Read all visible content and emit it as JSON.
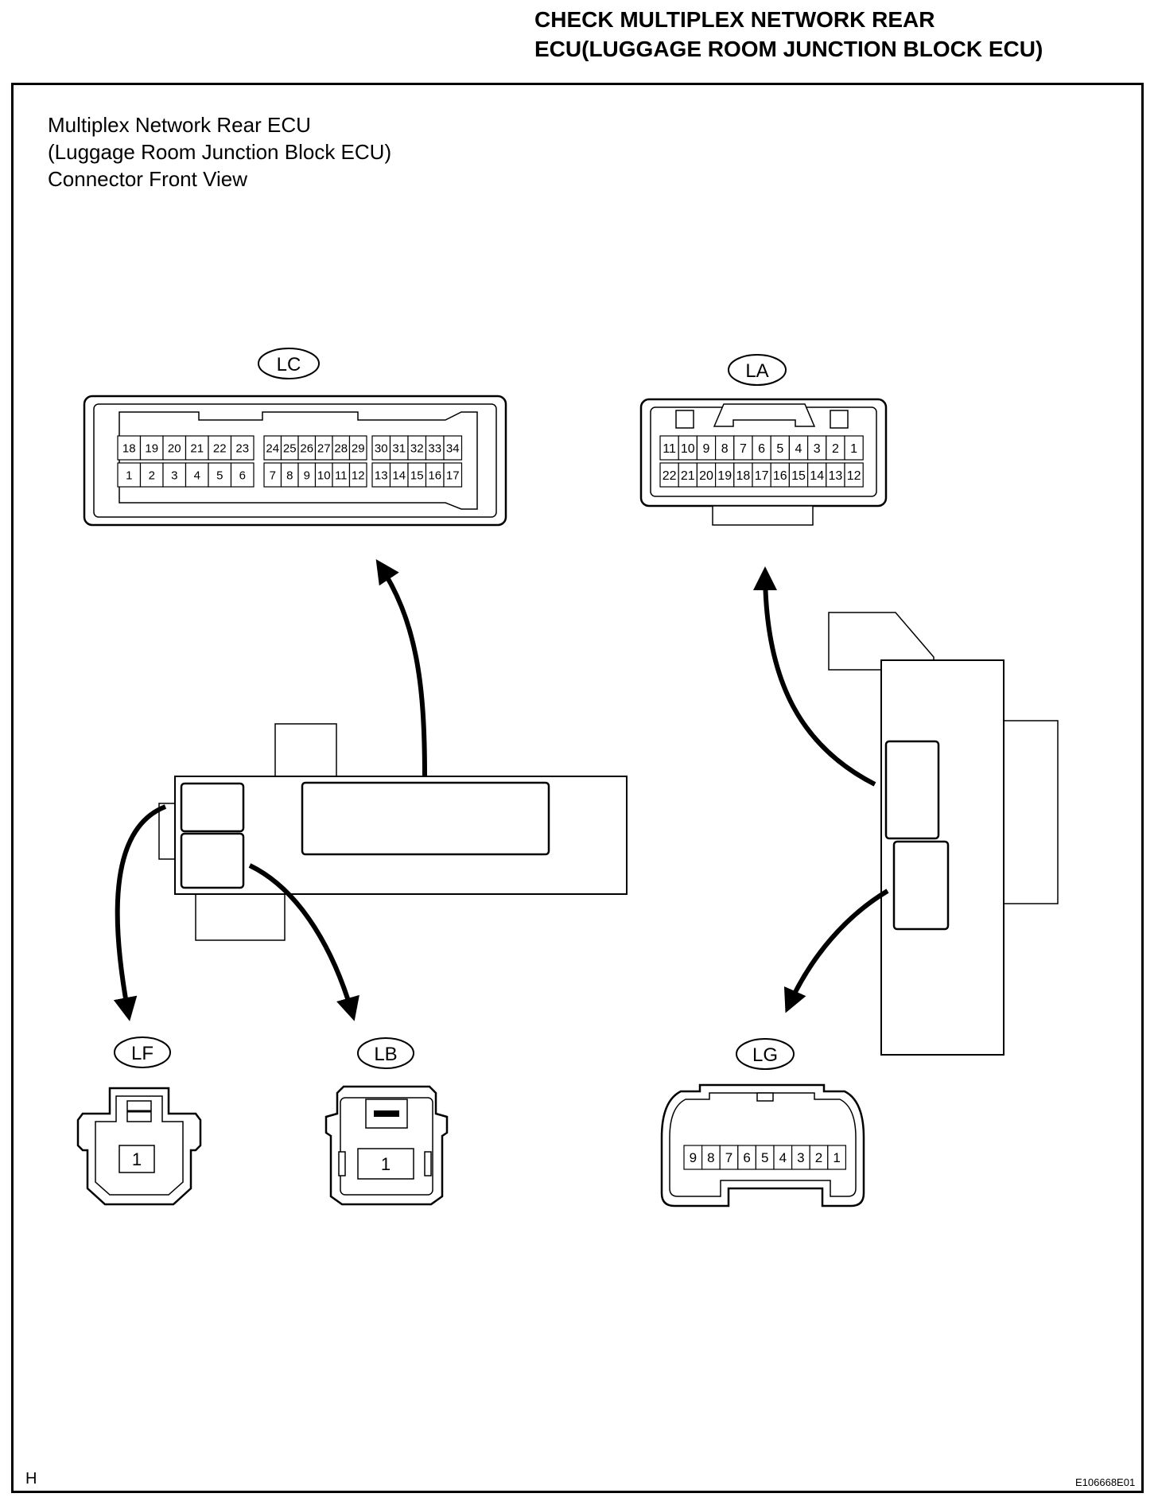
{
  "title": {
    "line1": "CHECK MULTIPLEX NETWORK REAR",
    "line2": "ECU(LUGGAGE ROOM JUNCTION BLOCK ECU)"
  },
  "caption": {
    "line1": "Multiplex Network Rear ECU",
    "line2": "(Luggage Room Junction Block ECU)",
    "line3": "Connector Front View"
  },
  "connectors": {
    "LC": {
      "label": "LC",
      "top_row": [
        "18",
        "19",
        "20",
        "21",
        "22",
        "23",
        "24",
        "25",
        "26",
        "27",
        "28",
        "29",
        "30",
        "31",
        "32",
        "33",
        "34"
      ],
      "bottom_row": [
        "1",
        "2",
        "3",
        "4",
        "5",
        "6",
        "7",
        "8",
        "9",
        "10",
        "11",
        "12",
        "13",
        "14",
        "15",
        "16",
        "17"
      ]
    },
    "LA": {
      "label": "LA",
      "top_row": [
        "11",
        "10",
        "9",
        "8",
        "7",
        "6",
        "5",
        "4",
        "3",
        "2",
        "1"
      ],
      "bottom_row": [
        "22",
        "21",
        "20",
        "19",
        "18",
        "17",
        "16",
        "15",
        "14",
        "13",
        "12"
      ]
    },
    "LF": {
      "label": "LF",
      "pin": "1"
    },
    "LB": {
      "label": "LB",
      "pin": "1"
    },
    "LG": {
      "label": "LG",
      "row": [
        "9",
        "8",
        "7",
        "6",
        "5",
        "4",
        "3",
        "2",
        "1"
      ]
    }
  },
  "footer": {
    "corner": "H",
    "figure_id": "E106668E01"
  }
}
